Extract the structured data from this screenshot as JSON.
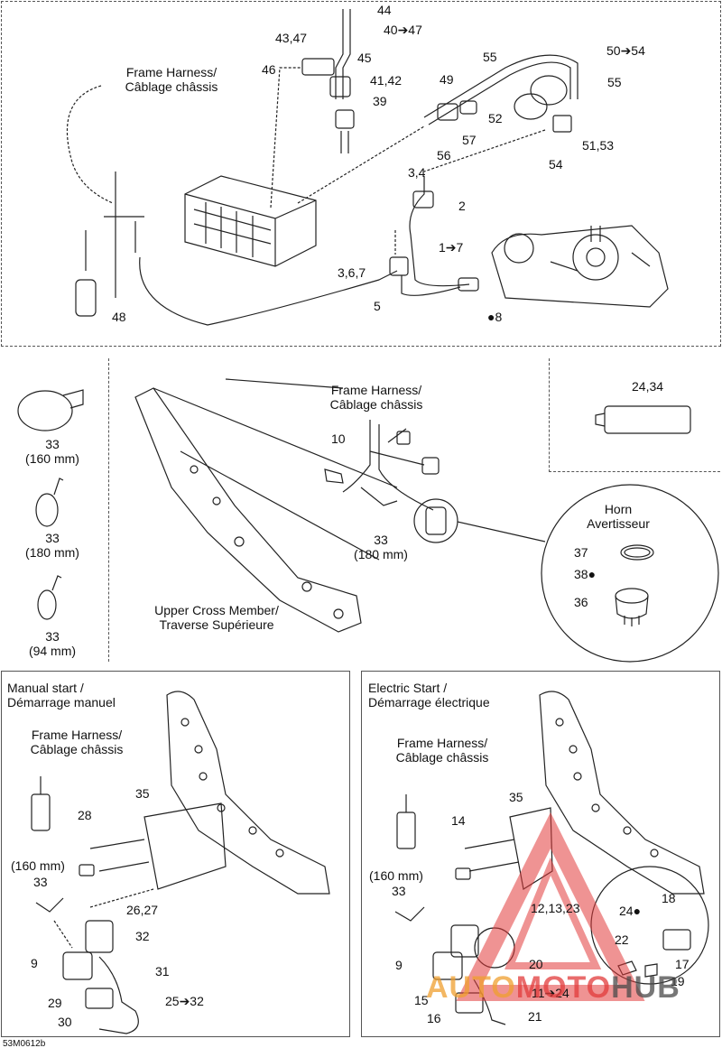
{
  "top_panel": {
    "frame_harness": [
      "Frame Harness/",
      "Câblage châssis"
    ],
    "callouts": {
      "c44": "44",
      "c40_47": "40➔47",
      "c43_47": "43,47",
      "c46": "46",
      "c45": "45",
      "c41_42": "41,42",
      "c39": "39",
      "c55a": "55",
      "c50_54": "50➔54",
      "c55b": "55",
      "c49": "49",
      "c52": "52",
      "c57": "57",
      "c56": "56",
      "c51_53": "51,53",
      "c54": "54",
      "c3_4": "3,4",
      "c2": "2",
      "c1_7": "1➔7",
      "c3_6_7": "3,6,7",
      "c5": "5",
      "c8": "8",
      "c48": "48"
    }
  },
  "clamps_panel": {
    "items": [
      {
        "num": "33",
        "size": "(160 mm)"
      },
      {
        "num": "33",
        "size": "(180 mm)"
      },
      {
        "num": "33",
        "size": "(94 mm)"
      }
    ]
  },
  "middle_panel": {
    "frame_harness": [
      "Frame Harness/",
      "Câblage châssis"
    ],
    "c10": "10",
    "c33": "33",
    "c33_size": "(180 mm)",
    "upper_cross_member": [
      "Upper Cross Member/",
      "Traverse Supérieure"
    ]
  },
  "inset_panel": {
    "c24_34": "24,34"
  },
  "horn_detail": {
    "title": [
      "Horn",
      "Avertisseur"
    ],
    "c37": "37",
    "c38": "38",
    "c36": "36"
  },
  "manual_panel": {
    "title": [
      "Manual start /",
      "Démarrage manuel"
    ],
    "frame_harness": [
      "Frame Harness/",
      "Câblage châssis"
    ],
    "c35": "35",
    "c28": "28",
    "c160": "(160 mm)",
    "c33": "33",
    "c26_27": "26,27",
    "c32": "32",
    "c9": "9",
    "c31": "31",
    "c29": "29",
    "c25_32": "25➔32",
    "c30": "30"
  },
  "electric_panel": {
    "title": [
      "Electric Start /",
      "Démarrage électrique"
    ],
    "frame_harness": [
      "Frame Harness/",
      "Câblage châssis"
    ],
    "c35": "35",
    "c14": "14",
    "c160": "(160 mm)",
    "c33": "33",
    "c12_13_23": "12,13,23",
    "c18": "18",
    "c24": "24",
    "c22": "22",
    "c9": "9",
    "c20": "20",
    "c17": "17",
    "c19": "19",
    "c15": "15",
    "c11_24": "11➔24",
    "c16": "16",
    "c21": "21"
  },
  "watermark": {
    "part1": "AUTO",
    "part2": "MOTO",
    "part3": "HUB"
  },
  "footer_code": "53M0612b",
  "colors": {
    "ink": "#111111",
    "watermark_orange": "#f0a030",
    "watermark_red": "#e23b3b",
    "watermark_grey": "#4a4a4a"
  }
}
